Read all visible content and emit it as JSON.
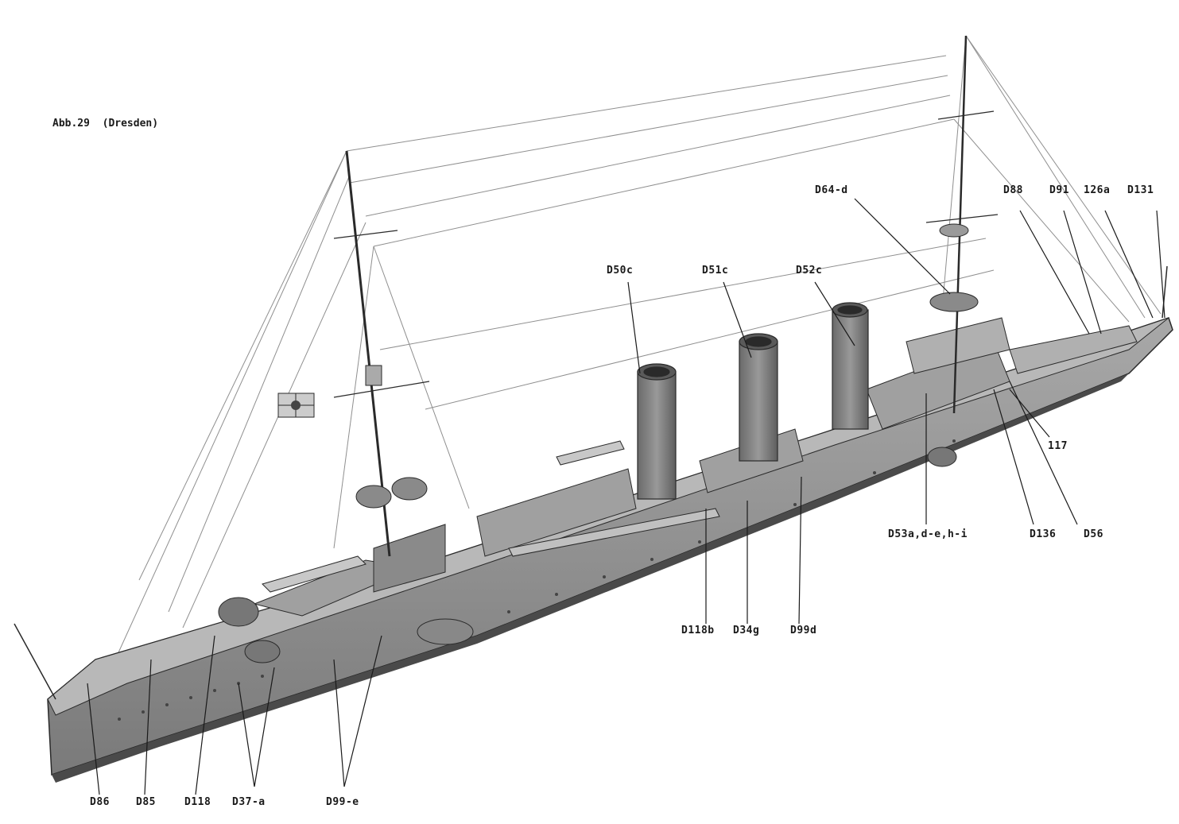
{
  "caption": "Abb.29  (Dresden)",
  "callouts": [
    {
      "id": "D64-d",
      "text": "D64-d"
    },
    {
      "id": "D88",
      "text": "D88"
    },
    {
      "id": "D91",
      "text": "D91"
    },
    {
      "id": "126a",
      "text": "126a"
    },
    {
      "id": "D131",
      "text": "D131"
    },
    {
      "id": "D50c",
      "text": "D50c"
    },
    {
      "id": "D51c",
      "text": "D51c"
    },
    {
      "id": "D52c",
      "text": "D52c"
    },
    {
      "id": "117",
      "text": "117"
    },
    {
      "id": "D53a",
      "text": "D53a,d-e,h-i"
    },
    {
      "id": "D136",
      "text": "D136"
    },
    {
      "id": "D56",
      "text": "D56"
    },
    {
      "id": "D118b",
      "text": "D118b"
    },
    {
      "id": "D34g",
      "text": "D34g"
    },
    {
      "id": "D99d",
      "text": "D99d"
    },
    {
      "id": "D86",
      "text": "D86"
    },
    {
      "id": "D85",
      "text": "D85"
    },
    {
      "id": "D118",
      "text": "D118"
    },
    {
      "id": "D37-a",
      "text": "D37-a"
    },
    {
      "id": "D99-e",
      "text": "D99-e"
    }
  ],
  "colors": {
    "hull": "#9a9a9a",
    "hull_dark": "#6e6e6e",
    "deck": "#b4b4b4",
    "funnel": "#7d7d7d",
    "line": "#2a2a2a",
    "rigging": "#8a8a8a"
  }
}
